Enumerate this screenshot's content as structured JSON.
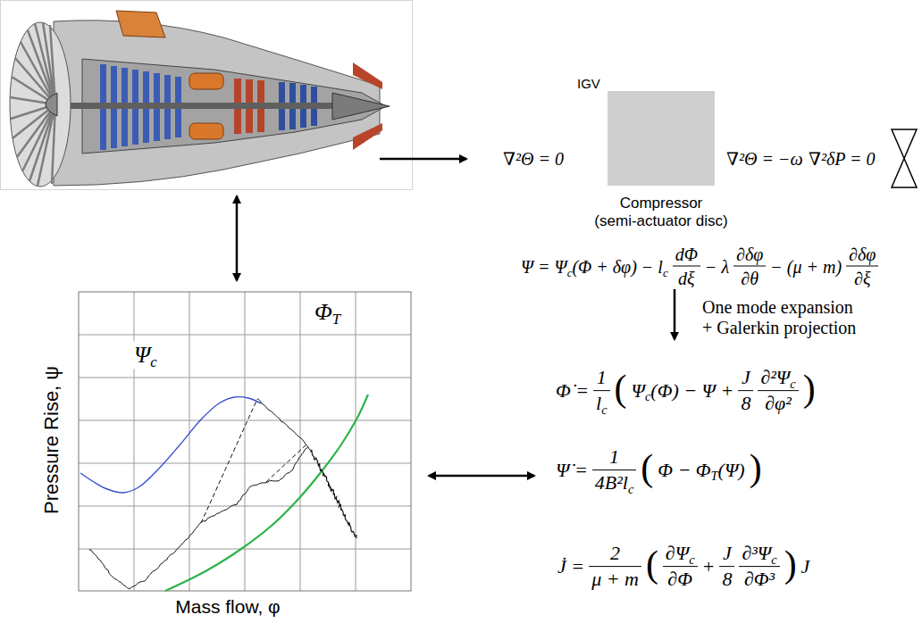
{
  "diagram": {
    "nodes": [
      {
        "text": [
          "Compressor",
          "(semi-actuator disc)"
        ]
      }
    ],
    "labels": [
      "IGV",
      "∇²Θ = 0",
      "∇²Θ = −ω",
      "∇²δP = 0",
      "Ψ = Ψ",
      "c",
      "(Φ + δφ) − l",
      "c",
      "dΦ",
      "dξ",
      "− λ",
      "∂δφ",
      "∂θ",
      "− (μ + m)",
      "∂δφ",
      "∂ξ",
      "One mode expansion + Galerkin projection",
      "Φ̇ =",
      "1",
      "l",
      "c",
      "(",
      "Ψ",
      "c",
      "(Φ) − Ψ +",
      "J",
      "8",
      "∂²Ψ",
      "c",
      "∂φ²",
      ")",
      "Ψ̇ =",
      "1",
      "4B²l",
      "c",
      "(",
      "Φ − Φ",
      "T",
      "(Ψ)",
      ")",
      "J̇ =",
      "2",
      "μ + m",
      "(",
      "∂Ψ",
      "c",
      "∂Φ",
      "+",
      "J",
      "8",
      "∂³Ψ",
      "c",
      "∂Φ³",
      ")",
      "J",
      "Pressure Rise, ψ",
      "Mass flow, φ",
      "Ψ",
      "c",
      "Φ",
      "T"
    ]
  }
}
